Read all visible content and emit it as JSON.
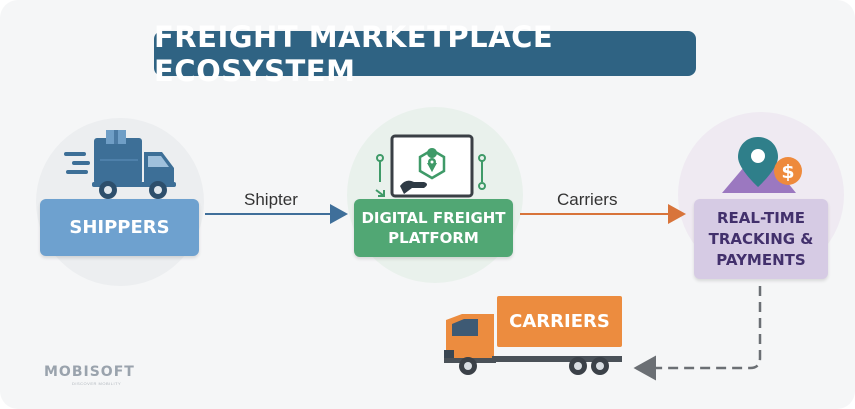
{
  "title": "FREIGHT MARKETPLACE ECOSYSTEM",
  "nodes": {
    "shippers": "SHIPPERS",
    "platform": "DIGITAL FREIGHT\nPLATFORM",
    "tracking": "REAL-TIME\nTRACKING &\nPAYMENTS",
    "carriers": "CARRIERS"
  },
  "edges": {
    "shippers_to_platform": "Shipter",
    "platform_to_tracking": "Carriers"
  },
  "icons": [
    "delivery-van-icon",
    "laptop-location-icon",
    "location-pin-dollar-icon",
    "cargo-truck-icon"
  ],
  "logo": {
    "text": "MOBISOFT",
    "tagline": "DISCOVER MOBILITY"
  },
  "colors": {
    "title_bg": "#2f6383",
    "shippers": "#6ea1cf",
    "platform": "#51a774",
    "tracking": "#d6cbe4",
    "carriers": "#ec8c3f"
  }
}
